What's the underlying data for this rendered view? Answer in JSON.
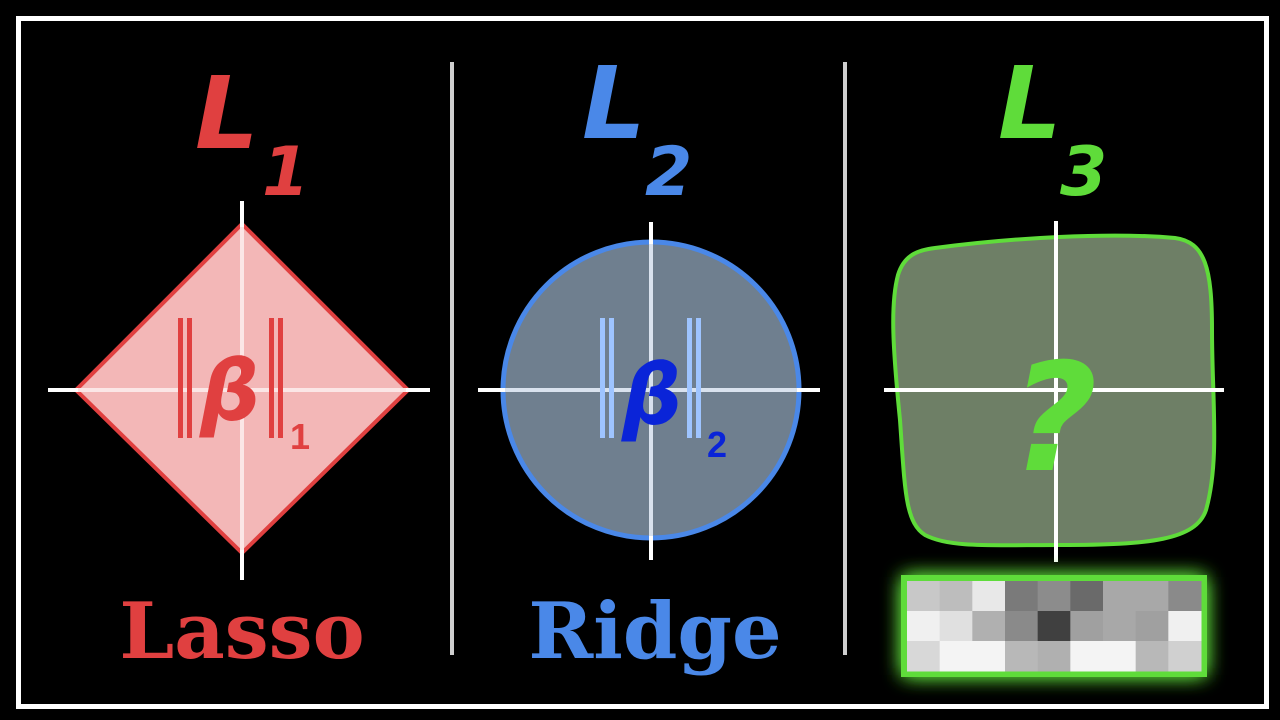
{
  "panels": [
    {
      "norm_letter": "L",
      "norm_sub": "1",
      "shape": "diamond",
      "formula_symbol": "β",
      "formula_sub": "1",
      "name": "Lasso",
      "color": "#e04040",
      "fill": "#f3b7b7",
      "formula_color": "#e04040",
      "formula_bars_color": "#e04040"
    },
    {
      "norm_letter": "L",
      "norm_sub": "2",
      "shape": "circle",
      "formula_symbol": "β",
      "formula_sub": "2",
      "name": "Ridge",
      "color": "#4a88e8",
      "fill": "#6f7f8f",
      "formula_color": "#0a24d8",
      "formula_bars_color": "#9ec4ff"
    },
    {
      "norm_letter": "L",
      "norm_sub": "3",
      "shape": "squircle",
      "formula_symbol": "?",
      "name": "",
      "color": "#5fdc3a",
      "fill": "#6e7f66",
      "censored_label": true,
      "censored_grays": [
        [
          "#c8c8c8",
          "#bdbdbd",
          "#e8e8e8",
          "#7a7a7a",
          "#8c8c8c",
          "#6a6a6a",
          "#a8a8a8",
          "#a8a8a8",
          "#8a8a8a"
        ],
        [
          "#f0f0f0",
          "#e0e0e0",
          "#b0b0b0",
          "#8a8a8a",
          "#404040",
          "#a0a0a0",
          "#a8a8a8",
          "#a0a0a0",
          "#f0f0f0"
        ],
        [
          "#d8d8d8",
          "#f4f4f4",
          "#f4f4f4",
          "#b8b8b8",
          "#b0b0b0",
          "#f4f4f4",
          "#f4f4f4",
          "#b8b8b8",
          "#d0d0d0"
        ]
      ]
    }
  ]
}
